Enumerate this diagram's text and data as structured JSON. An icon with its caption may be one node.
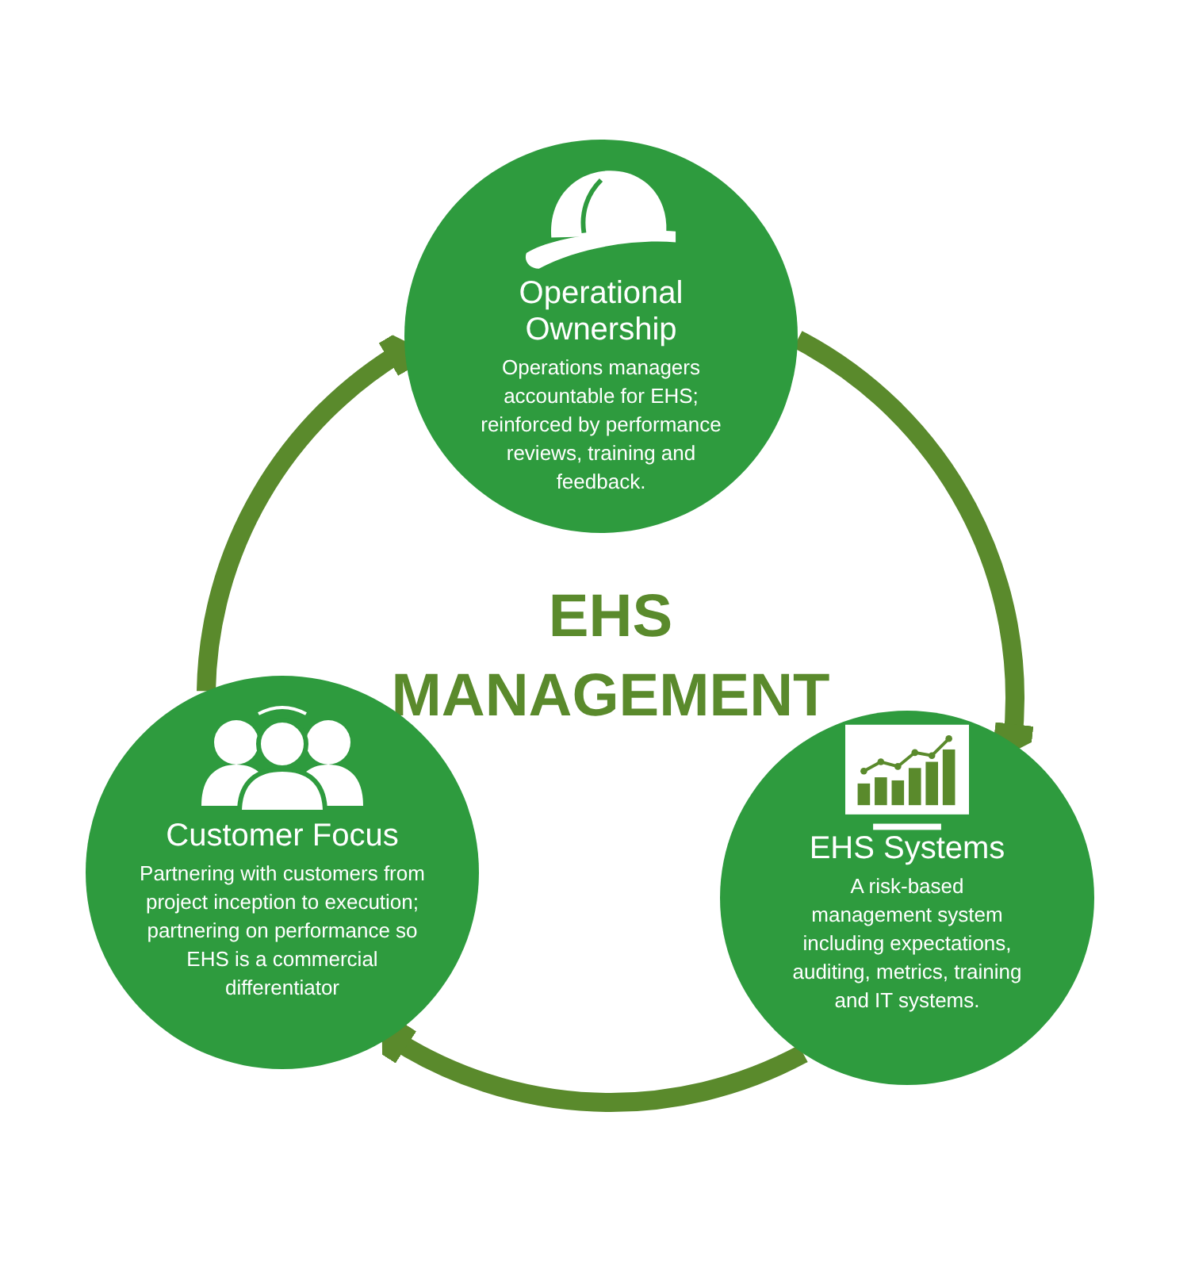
{
  "diagram": {
    "title": "EHS MANAGEMENT",
    "nodes": [
      {
        "text": [
          "Operational Ownership",
          "Operations managers accountable for EHS; reinforced by performance reviews, training and feedback."
        ]
      },
      {
        "text": [
          "Customer Focus",
          "Partnering with customers from project inception to execution; partnering on performance so EHS is a commercial differentiator"
        ]
      },
      {
        "text": [
          "EHS Systems",
          "A risk-based management system including expectations, auditing, metrics, training and IT systems."
        ]
      }
    ],
    "edges": [
      {
        "from": 0,
        "to": 2,
        "arrow": "to"
      },
      {
        "from": 2,
        "to": 1,
        "arrow": "to"
      },
      {
        "from": 1,
        "to": 0,
        "arrow": "to"
      }
    ]
  }
}
